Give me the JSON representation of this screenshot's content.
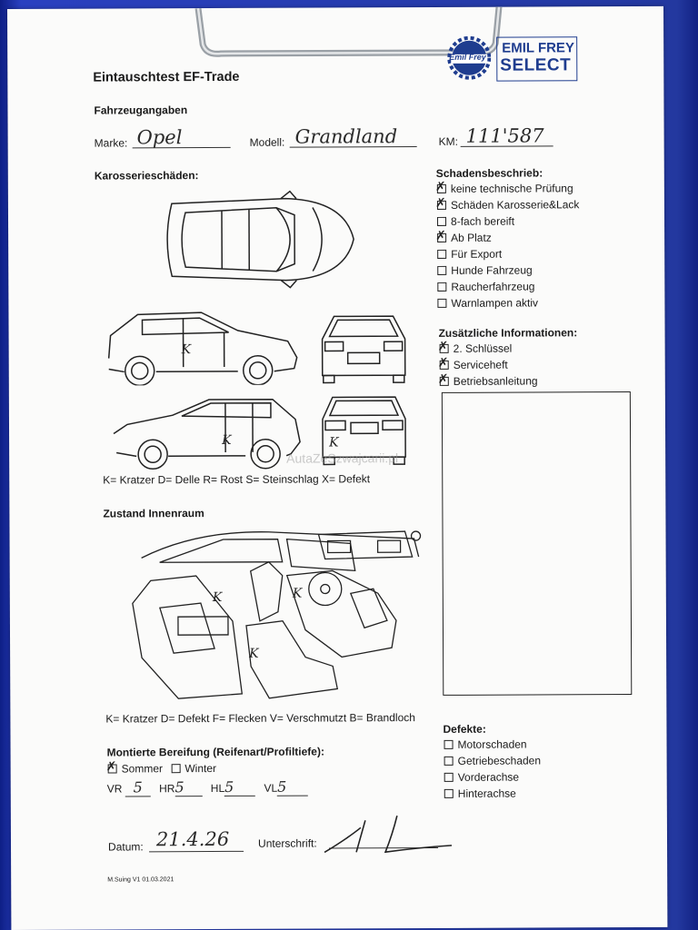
{
  "header": {
    "title": "Eintauschtest EF-Trade",
    "logo_small": "Emil Frey",
    "logo_brand": "EMIL FREY",
    "logo_product": "SELECT"
  },
  "vehicle": {
    "section": "Fahrzeugangaben",
    "make_label": "Marke:",
    "make_value": "Opel",
    "model_label": "Modell:",
    "model_value": "Grandland",
    "km_label": "KM:",
    "km_value": "111'587"
  },
  "body_damage": {
    "title": "Karosserieschäden:",
    "legend": "K= Kratzer D= Delle R= Rost S= Steinschlag X= Defekt"
  },
  "damage_report": {
    "title": "Schadensbeschrieb:",
    "items": [
      {
        "label": "keine technische Prüfung",
        "checked": true
      },
      {
        "label": "Schäden Karosserie&Lack",
        "checked": true
      },
      {
        "label": "8-fach bereift",
        "checked": false
      },
      {
        "label": "Ab Platz",
        "checked": true
      },
      {
        "label": "Für Export",
        "checked": false
      },
      {
        "label": "Hunde Fahrzeug",
        "checked": false
      },
      {
        "label": "Raucherfahrzeug",
        "checked": false
      },
      {
        "label": "Warnlampen aktiv",
        "checked": false
      }
    ]
  },
  "additional_info": {
    "title": "Zusätzliche Informationen:",
    "items": [
      {
        "label": "2. Schlüssel",
        "checked": true
      },
      {
        "label": "Serviceheft",
        "checked": true
      },
      {
        "label": "Betriebsanleitung",
        "checked": true
      }
    ]
  },
  "interior": {
    "title": "Zustand Innenraum",
    "legend": "K= Kratzer D= Defekt F= Flecken V= Verschmutzt B= Brandloch"
  },
  "tires": {
    "title": "Montierte Bereifung (Reifenart/Profiltiefe):",
    "summer_label": "Sommer",
    "summer_checked": true,
    "winter_label": "Winter",
    "winter_checked": false,
    "vr_label": "VR",
    "vr_value": "5",
    "hr_label": "HR",
    "hr_value": "5",
    "hl_label": "HL",
    "hl_value": "5",
    "vl_label": "VL",
    "vl_value": "5"
  },
  "defects": {
    "title": "Defekte:",
    "items": [
      {
        "label": "Motorschaden",
        "checked": false
      },
      {
        "label": "Getriebeschaden",
        "checked": false
      },
      {
        "label": "Vorderachse",
        "checked": false
      },
      {
        "label": "Hinterachse",
        "checked": false
      }
    ]
  },
  "footer": {
    "date_label": "Datum:",
    "date_value": "21.4.26",
    "signature_label": "Unterschrift:",
    "version": "M.Suing V1 01.03.2021"
  },
  "watermark": "AutaZeSzwajcarii.pl",
  "colors": {
    "clipboard_blue": "#1b2fa0",
    "brand_blue": "#1f3d8f"
  }
}
